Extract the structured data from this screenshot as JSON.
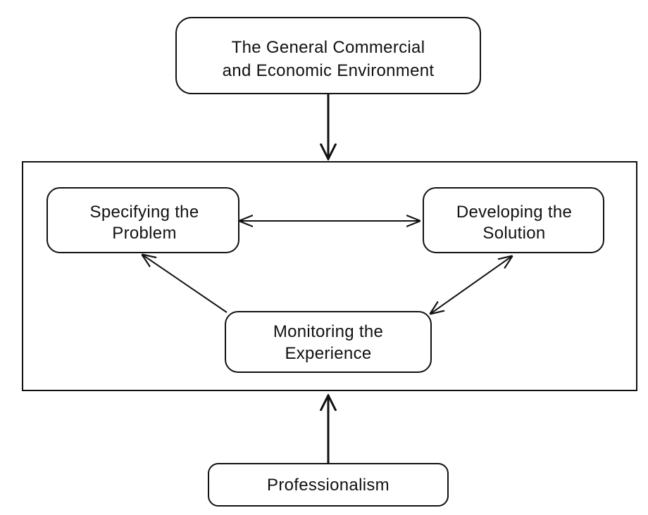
{
  "nodes": {
    "environment": {
      "line1": "The General Commercial",
      "line2": "and Economic Environment"
    },
    "specifying": {
      "line1": "Specifying the",
      "line2": "Problem"
    },
    "developing": {
      "line1": "Developing the",
      "line2": "Solution"
    },
    "monitoring": {
      "line1": "Monitoring the",
      "line2": "Experience"
    },
    "professionalism": {
      "line1": "Professionalism"
    }
  },
  "edges": [
    {
      "from": "environment",
      "to": "system-frame"
    },
    {
      "from": "professionalism",
      "to": "system-frame"
    },
    {
      "from": "specifying",
      "to": "developing",
      "bidirectional": true
    },
    {
      "from": "developing",
      "to": "monitoring",
      "bidirectional": true
    },
    {
      "from": "monitoring",
      "to": "specifying"
    }
  ],
  "colors": {
    "stroke": "#111111",
    "background": "#ffffff"
  }
}
